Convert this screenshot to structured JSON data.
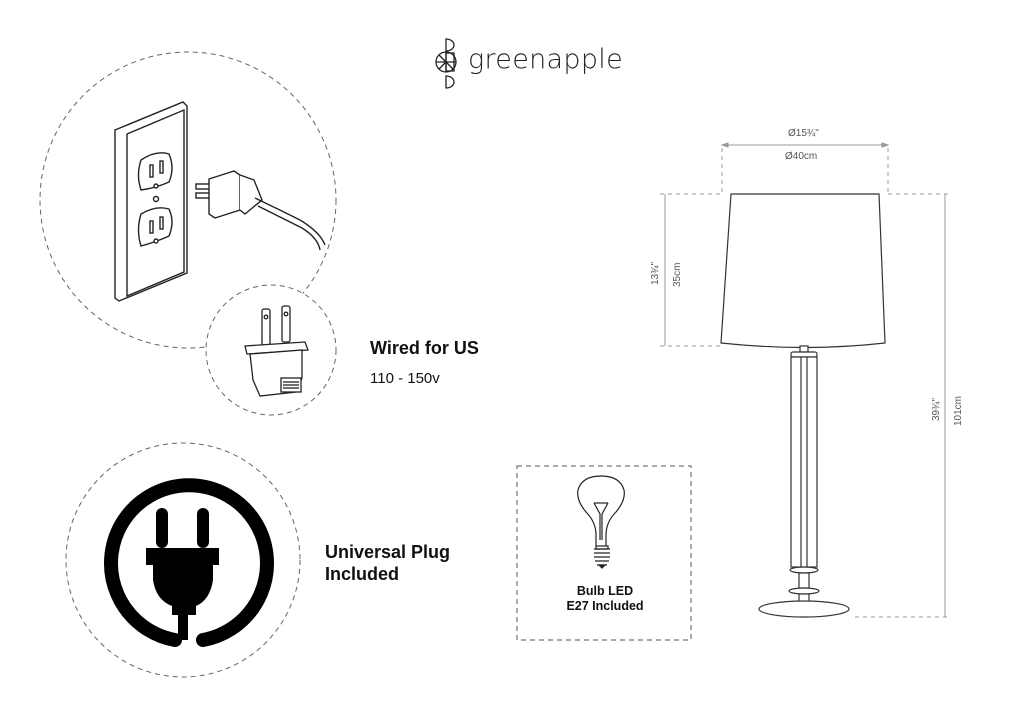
{
  "brand": {
    "name": "greenapple",
    "logo_icon": "greenapple-logo-icon"
  },
  "wiring": {
    "title": "Wired for US",
    "voltage": "110 - 150v",
    "icons": [
      "wall-outlet-icon",
      "us-plug-icon"
    ]
  },
  "plug": {
    "label_line1": "Universal Plug",
    "label_line2": "Included",
    "icon": "power-plug-icon"
  },
  "bulb": {
    "label_line1": "Bulb LED",
    "label_line2": "E27 Included",
    "icon": "light-bulb-icon"
  },
  "dimensions": {
    "shade_diameter_in": "Ø15¾\"",
    "shade_diameter_cm": "Ø40cm",
    "shade_height_in": "13¾\"",
    "shade_height_cm": "35cm",
    "total_height_in": "39¾\"",
    "total_height_cm": "101cm"
  }
}
